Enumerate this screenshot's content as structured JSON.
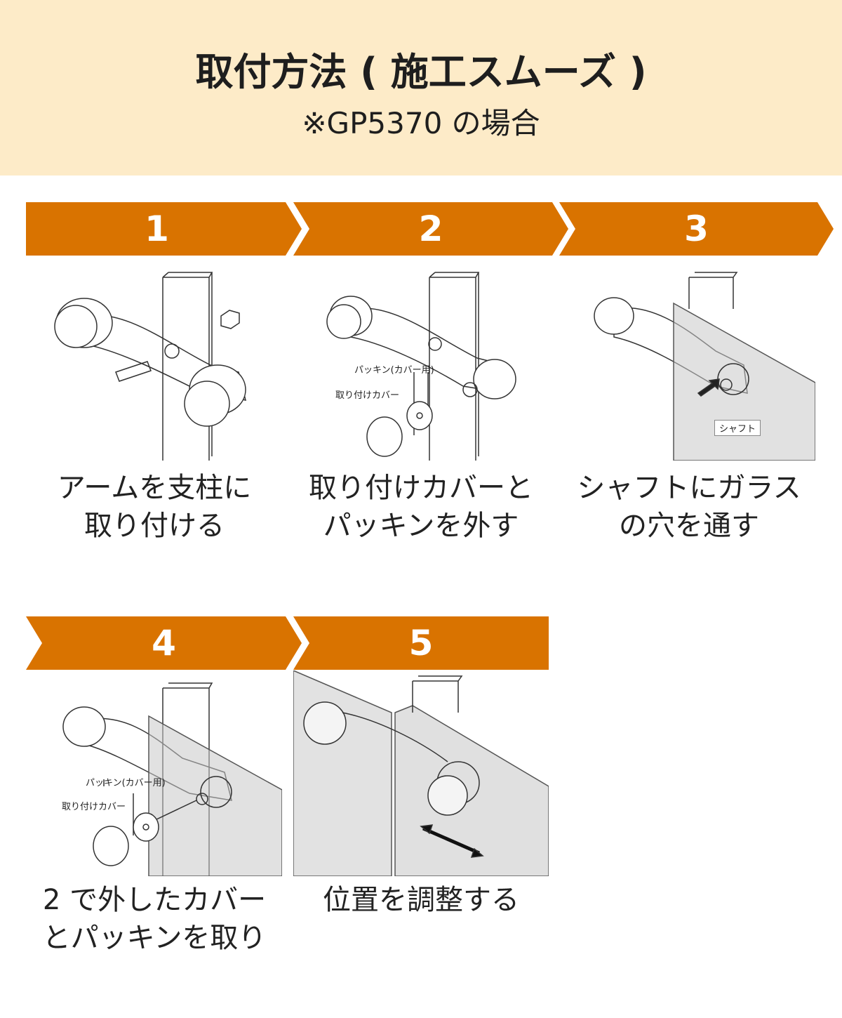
{
  "header": {
    "title": "取付方法 ( 施工スムーズ )",
    "subtitle": "※GP5370 の場合"
  },
  "colors": {
    "accent": "#d97300",
    "header_bg": "#fdebc8"
  },
  "steps": [
    {
      "number": "1",
      "caption_lines": [
        "アームを支柱に",
        "取り付ける"
      ]
    },
    {
      "number": "2",
      "caption_lines": [
        "取り付けカバーと",
        "パッキンを外す"
      ],
      "labels": [
        "パッキン(カバー用)",
        "取り付けカバー"
      ]
    },
    {
      "number": "3",
      "caption_lines": [
        "シャフトにガラス",
        "の穴を通す"
      ],
      "labels": [
        "シャフト"
      ]
    },
    {
      "number": "4",
      "caption_lines": [
        "2 で外したカバー",
        "とパッキンを取り"
      ],
      "labels": [
        "パッキン(カバー用)",
        "取り付けカバー"
      ]
    },
    {
      "number": "5",
      "caption_lines": [
        "位置を調整する"
      ]
    }
  ]
}
